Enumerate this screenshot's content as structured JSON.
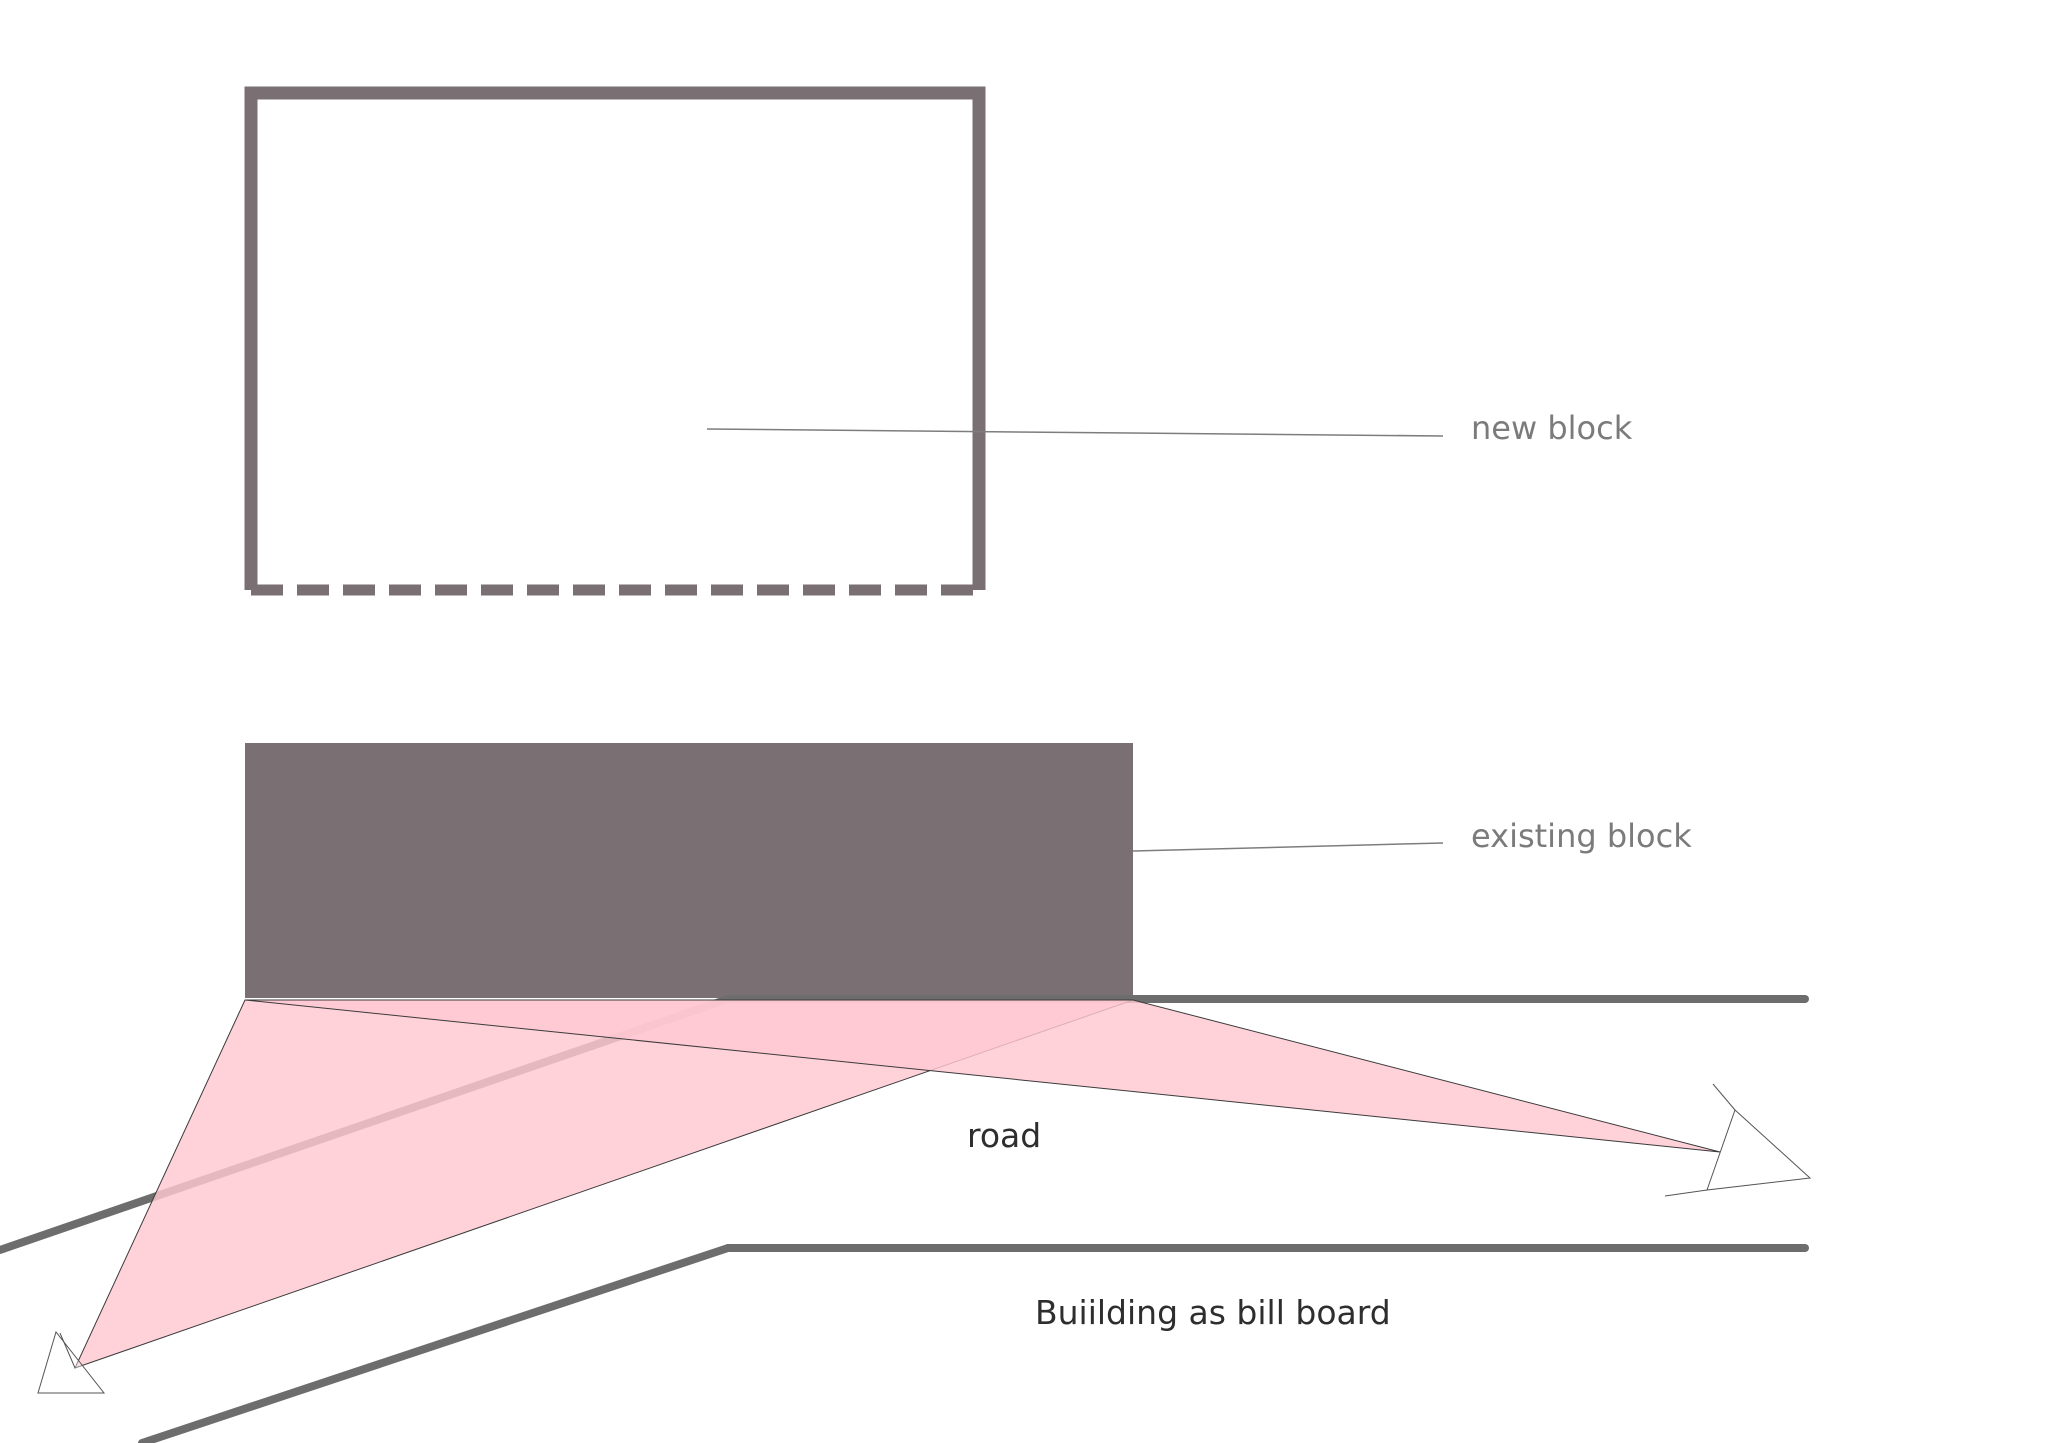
{
  "labels": {
    "new_block": "new block",
    "existing_block": "existing block",
    "road": "road",
    "caption": "Buiilding as bill board"
  },
  "colors": {
    "block": "#7a7073",
    "view_cone": "#ffc8d2",
    "road_edge": "#6d6d6d",
    "leader": "#7d7d7d",
    "background": "#ffffff"
  },
  "icons": {
    "viewer_left": "viewer-triangle-icon",
    "viewer_right": "viewer-triangle-icon"
  }
}
